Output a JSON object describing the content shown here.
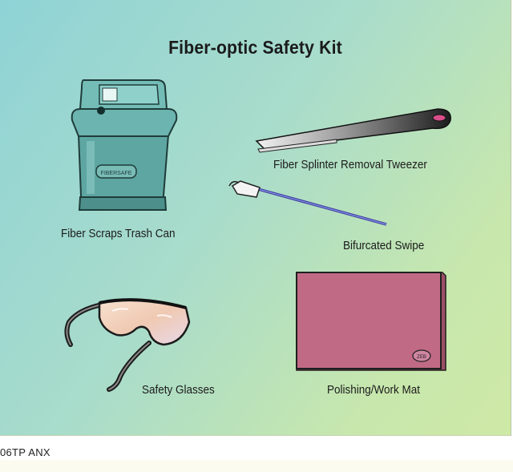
{
  "figure": {
    "title": "Fiber-optic Safety Kit",
    "items": {
      "trash_can": {
        "label": "Fiber Scraps Trash Can",
        "brand_mark": "FIBERSAFE"
      },
      "tweezer": {
        "label": "Fiber Splinter Removal Tweezer"
      },
      "swipe": {
        "label": "Bifurcated Swipe"
      },
      "glasses": {
        "label": "Safety Glasses"
      },
      "mat": {
        "label": "Polishing/Work Mat",
        "badge": "ZEB"
      }
    },
    "colors": {
      "background_start": "#8fd3d6",
      "background_end": "#cfe9a6",
      "trash_can": "#5fa7a3",
      "mat": "#c06a86",
      "swipe": "#5a62c7"
    }
  },
  "caption": "06TP ANX"
}
